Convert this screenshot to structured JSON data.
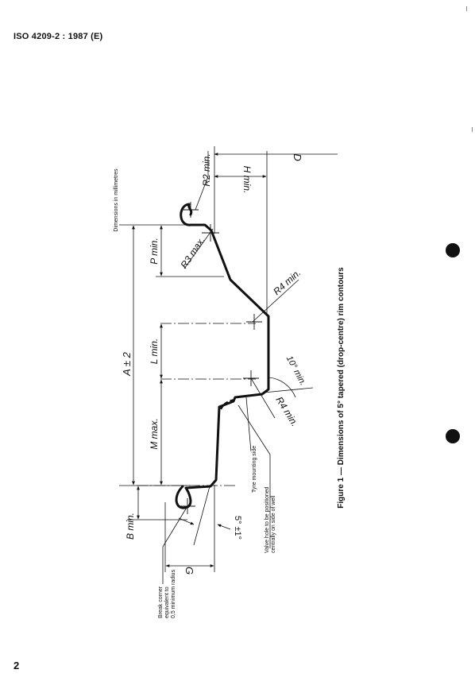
{
  "header": {
    "standard": "ISO 4209-2 : 1987 (E)"
  },
  "page_number": "2",
  "figure": {
    "caption": "Figure 1 — Dimensions of 5° tapered (drop-centre) rim contours",
    "units_note": "Dimensions in millimetres",
    "labels": {
      "A": "A ± 2",
      "B": "B min.",
      "D": "D",
      "G": "G",
      "H": "H min.",
      "L": "L min.",
      "M": "M max.",
      "P": "P min.",
      "R2": "R2 min.",
      "R3": "R3 max.",
      "R4_top": "R4 min.",
      "R4_bottom": "R4 min.",
      "angle_10": "10° min.",
      "taper": "5° ±1°"
    },
    "notes": {
      "break_corner_1": "Break corner",
      "break_corner_2": "equivalent to",
      "break_corner_3": "0,5 minimum radius",
      "valve_1": "Valve hole to be positioned",
      "valve_2": "centrally on side of well",
      "tyre_side": "Tyre mounting side"
    }
  }
}
